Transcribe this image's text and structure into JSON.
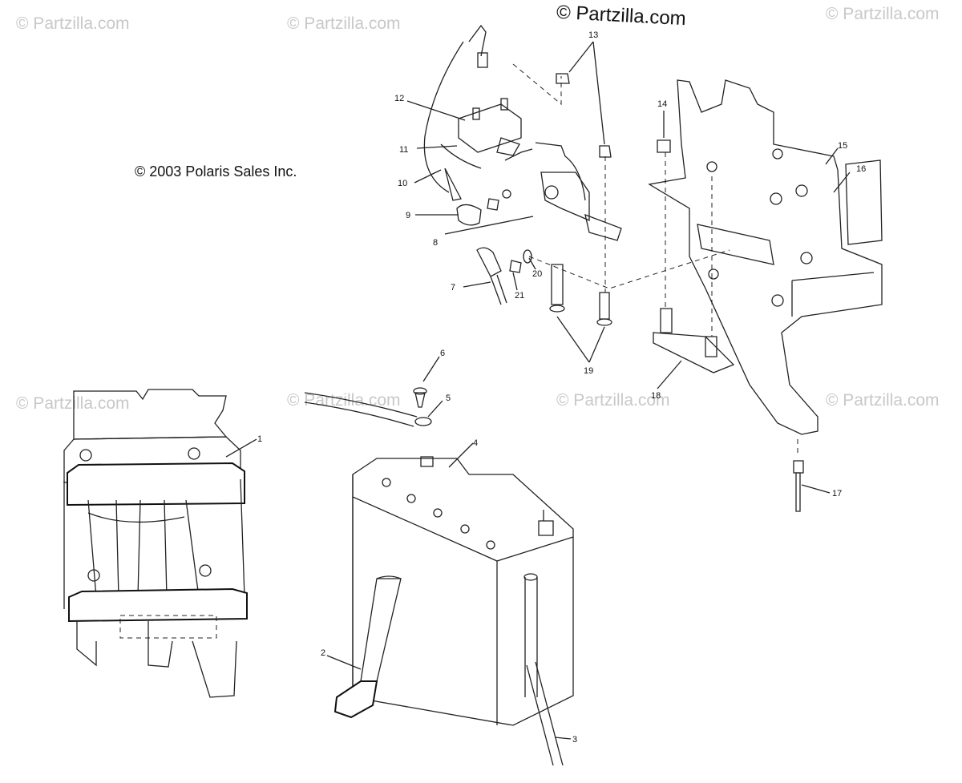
{
  "watermarks": [
    "© Partzilla.com",
    "© Partzilla.com",
    "© Partzilla.com",
    "© Partzilla.com",
    "© Partzilla.com",
    "© Partzilla.com",
    "© Partzilla.com",
    "© Partzilla.com"
  ],
  "copyright_text": "© 2003 Polaris Sales Inc.",
  "callouts": [
    "1",
    "2",
    "3",
    "4",
    "5",
    "6",
    "7",
    "8",
    "9",
    "10",
    "11",
    "12",
    "13",
    "14",
    "15",
    "16",
    "17",
    "18",
    "19",
    "20",
    "21"
  ]
}
